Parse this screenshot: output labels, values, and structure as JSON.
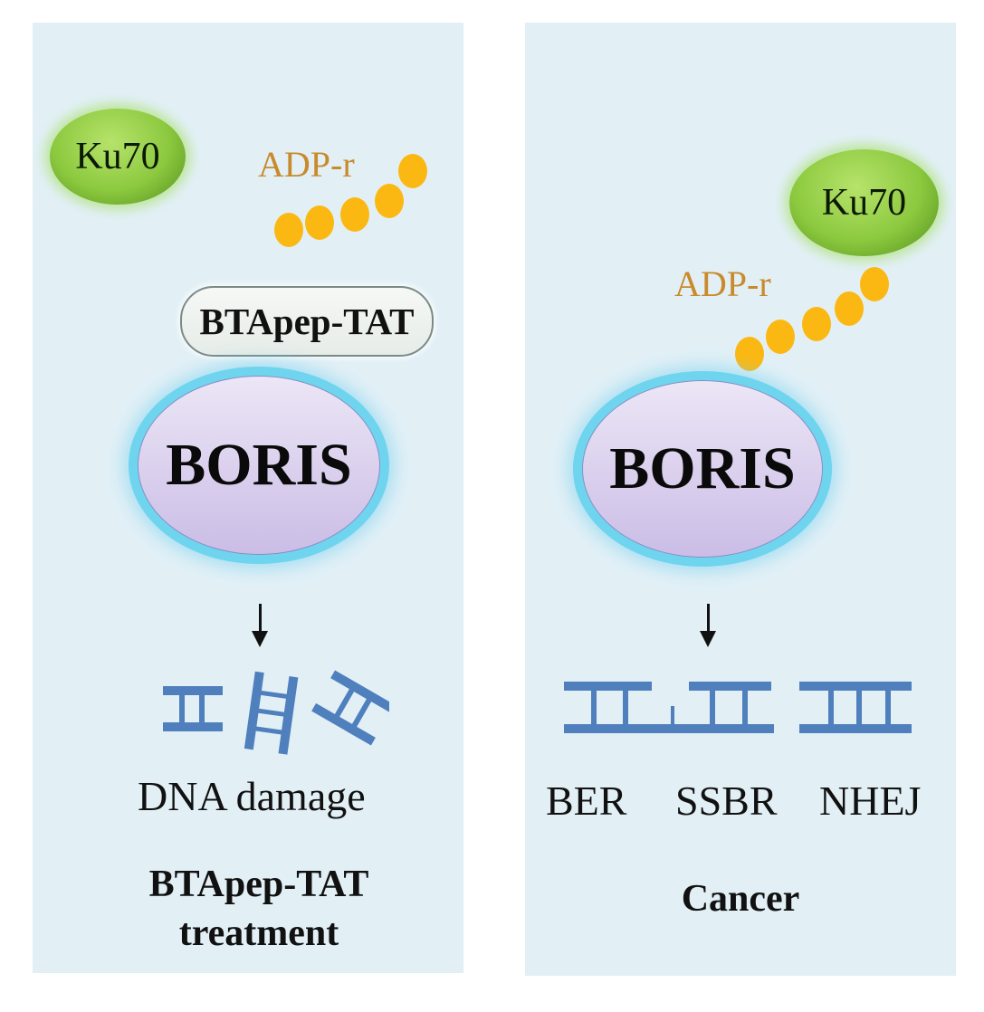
{
  "left_panel": {
    "ku70_label": "Ku70",
    "adp_label": "ADP-r",
    "inhibitor_label": "BTApep-TAT",
    "boris_label": "BORIS",
    "outcome_label": "DNA damage",
    "title_line1": "BTApep-TAT",
    "title_line2": "treatment",
    "adp_bead_count": 5
  },
  "right_panel": {
    "ku70_label": "Ku70",
    "adp_label": "ADP-r",
    "boris_label": "BORIS",
    "repair_labels": [
      "BER",
      "SSBR",
      "NHEJ"
    ],
    "title": "Cancer",
    "adp_bead_count": 5
  },
  "colors": {
    "panel_bg": "#e2f0f6",
    "ku70_green": "#8cc93f",
    "adp_text": "#c98a2c",
    "adp_bead": "#fbb812",
    "boris_fill": "#d9cfee",
    "boris_glow": "#6fd4ee",
    "dna_blue": "#4f7fbd"
  }
}
